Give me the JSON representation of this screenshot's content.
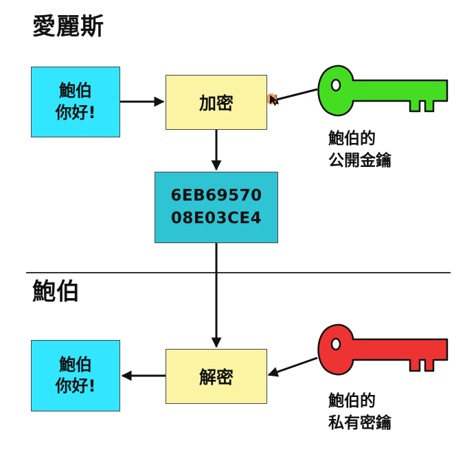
{
  "alice": {
    "title": "愛麗斯"
  },
  "bob": {
    "title": "鮑伯"
  },
  "plaintext": {
    "line1": "鮑伯",
    "line2": "你好!"
  },
  "encrypt": {
    "label": "加密"
  },
  "ciphertext": {
    "line1": "6EB69570",
    "line2": "08E03CE4"
  },
  "decrypt": {
    "label": "解密"
  },
  "decrypted": {
    "line1": "鮑伯",
    "line2": "你好!"
  },
  "public_key": {
    "line1": "鮑伯的",
    "line2": "公開金鑰",
    "color": "#44dd22",
    "icon": "key-icon"
  },
  "private_key": {
    "line1": "鮑伯的",
    "line2": "私有密鑰",
    "color": "#ee3333",
    "icon": "key-icon"
  },
  "colors": {
    "message_box": "#33e6ff",
    "operation_box": "#fbf5a3",
    "cipher_box": "#2ec4d3",
    "cursor_dot": "#f29a5a"
  }
}
